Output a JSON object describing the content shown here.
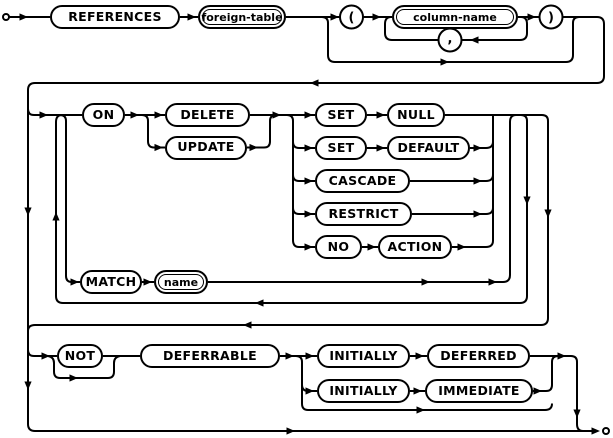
{
  "colors": {
    "line": "#000000",
    "background": "#ffffff",
    "node_fill": "#ffffff"
  },
  "nodes": {
    "references": "REFERENCES",
    "foreign_table": "foreign-table",
    "open_paren": "(",
    "column_name": "column-name",
    "comma": ",",
    "close_paren": ")",
    "on": "ON",
    "delete": "DELETE",
    "update": "UPDATE",
    "set_1": "SET",
    "null": "NULL",
    "set_2": "SET",
    "default": "DEFAULT",
    "cascade": "CASCADE",
    "restrict": "RESTRICT",
    "no": "NO",
    "action": "ACTION",
    "match": "MATCH",
    "name": "name",
    "not": "NOT",
    "deferrable": "DEFERRABLE",
    "initially_1": "INITIALLY",
    "deferred": "DEFERRED",
    "initially_2": "INITIALLY",
    "immediate": "IMMEDIATE"
  }
}
